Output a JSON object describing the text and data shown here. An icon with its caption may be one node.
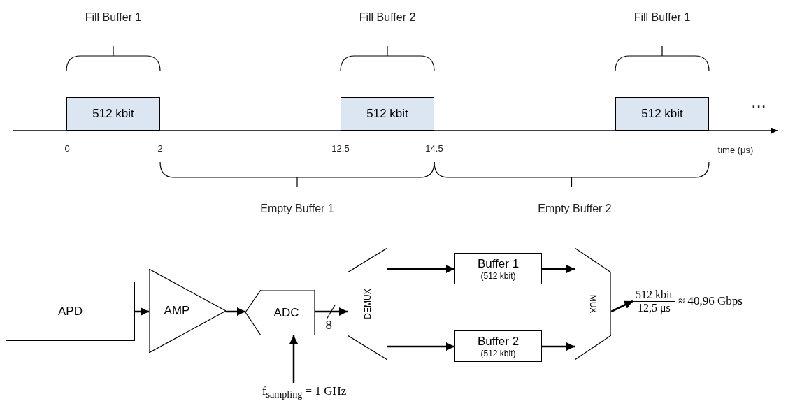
{
  "diagram": {
    "nodes": [
      {
        "text": [
          "512 kbit"
        ]
      },
      {
        "text": [
          "512 kbit"
        ]
      },
      {
        "text": [
          "512 kbit"
        ]
      },
      {
        "text": [
          "APD"
        ]
      },
      {
        "text": [
          "AMP"
        ]
      },
      {
        "text": [
          "ADC"
        ]
      },
      {
        "text": [
          "DEMUX"
        ]
      },
      {
        "text": [
          "Buffer 1",
          "(512 kbit)"
        ]
      },
      {
        "text": [
          "Buffer 2",
          "(512 kbit)"
        ]
      },
      {
        "text": [
          "MUX"
        ]
      },
      {
        "text": [
          "512 kbit",
          "12,5 μs",
          "≈ 40,96 Gbps"
        ]
      },
      {
        "text": [
          "f$_{sampling}$ = 1 GHz"
        ]
      }
    ],
    "edges": [
      {
        "from": 3,
        "to": 4,
        "arrow": "to"
      },
      {
        "from": 4,
        "to": 5,
        "arrow": "to"
      },
      {
        "from": 5,
        "to": 6,
        "arrow": "to",
        "label": "8"
      },
      {
        "from": 6,
        "to": 7,
        "arrow": "to"
      },
      {
        "from": 6,
        "to": 8,
        "arrow": "to"
      },
      {
        "from": 7,
        "to": 9,
        "arrow": "to"
      },
      {
        "from": 8,
        "to": 9,
        "arrow": "to"
      },
      {
        "from": 9,
        "to": 10,
        "arrow": "to"
      },
      {
        "from": 11,
        "to": 5,
        "arrow": "to"
      }
    ],
    "labels": [
      "Fill Buffer 1",
      "Fill Buffer 2",
      "Fill Buffer 1",
      "...",
      "0",
      "2",
      "12.5",
      "14.5",
      "time (μs)",
      "Empty Buffer 1",
      "Empty Buffer 2"
    ]
  }
}
